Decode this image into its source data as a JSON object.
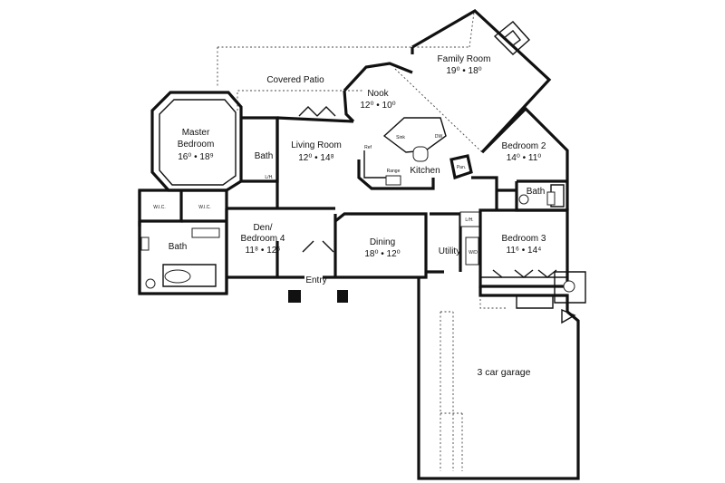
{
  "rooms": {
    "covered_patio": {
      "name": "Covered Patio"
    },
    "family_room": {
      "name": "Family Room",
      "dim": "19⁰ • 18⁰"
    },
    "nook": {
      "name": "Nook",
      "dim": "12⁰ • 10⁰"
    },
    "master_bedroom": {
      "name_line1": "Master",
      "name_line2": "Bedroom",
      "dim": "16⁰ • 18⁹"
    },
    "living_room": {
      "name": "Living Room",
      "dim": "12⁰ • 14⁸"
    },
    "kitchen": {
      "name": "Kitchen"
    },
    "master_bath_small": {
      "name": "Bath"
    },
    "bedroom2": {
      "name": "Bedroom 2",
      "dim": "14⁰ • 11⁰"
    },
    "bath2": {
      "name": "Bath"
    },
    "wic_left": {
      "name": "W.I.C."
    },
    "wic_right": {
      "name": "W.I.C."
    },
    "den": {
      "name_line1": "Den/",
      "name_line2": "Bedroom 4",
      "dim": "11⁸ • 12⁶"
    },
    "dining": {
      "name": "Dining",
      "dim": "18⁰ • 12⁰"
    },
    "utility": {
      "name": "Utility"
    },
    "bedroom3": {
      "name": "Bedroom 3",
      "dim": "11⁶ • 14⁴"
    },
    "master_bath": {
      "name": "Bath"
    },
    "entry": {
      "name": "Entry"
    },
    "garage": {
      "name": "3 car garage"
    }
  },
  "fixtures": {
    "sink": "Sink",
    "dw": "DW",
    "range": "Range",
    "ref": "Ref",
    "pan": "Pan.",
    "lin1": "L/H.",
    "lin2": "L/H.",
    "wd": "W/D"
  }
}
